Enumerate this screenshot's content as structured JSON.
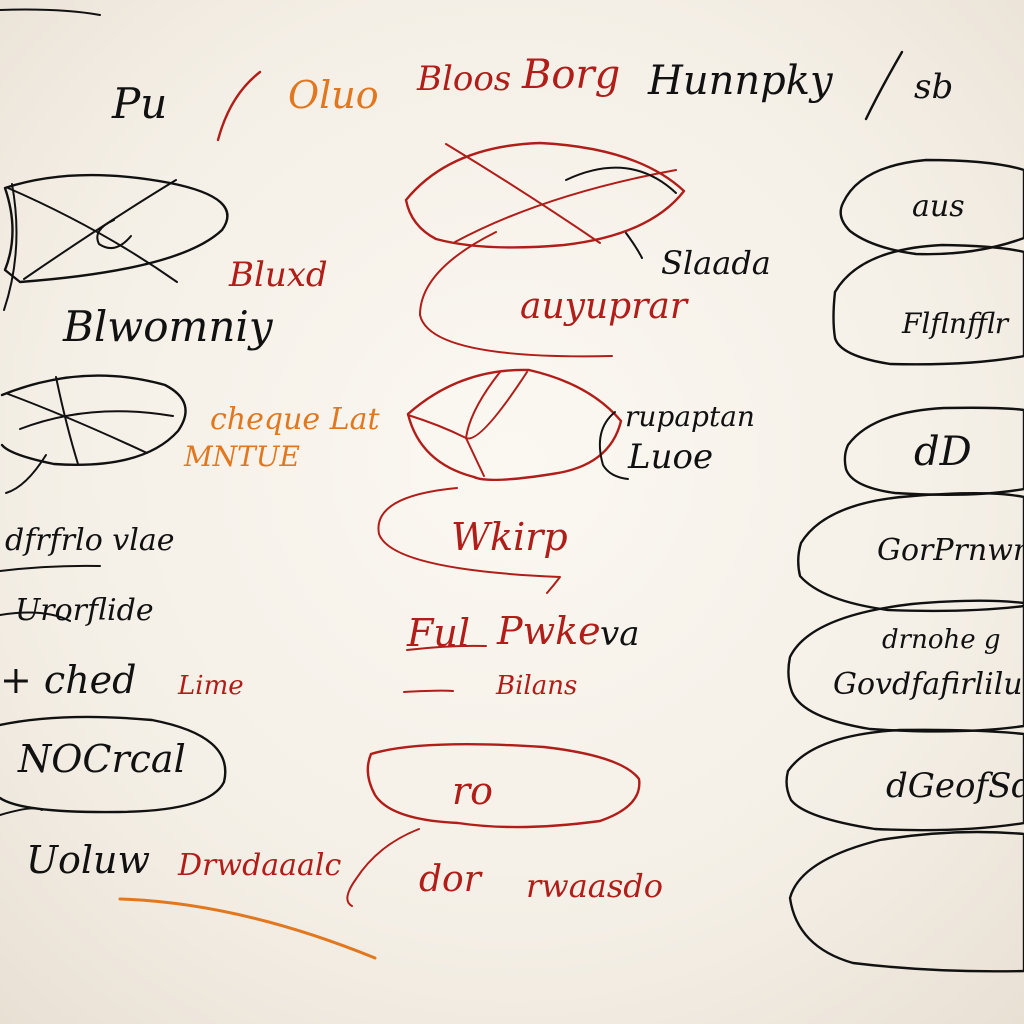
{
  "colors": {
    "paper": "#f7f3ec",
    "black_ink": "#111111",
    "red_ink": "#b11d18",
    "orange_ink": "#e1781f"
  },
  "header": {
    "word_1": "Pu",
    "word_2": "Oluo",
    "word_3": "Bloos",
    "word_4": "Borg",
    "word_5": "Hunnpky",
    "word_6": "sb"
  },
  "left_column": {
    "label_1": "Bluxd",
    "label_2": "Blwomniy",
    "label_3": "cheque Lat",
    "label_4": "MNTUE",
    "label_5": "dfrfrlo vlae",
    "label_6": "Urorflide",
    "label_7": "+ ched",
    "label_8": "Lime",
    "oval_label": "NOCrcal",
    "footer_1": "Uoluw",
    "footer_2": "Drwdaaalc"
  },
  "middle_column": {
    "label_1": "Slaada",
    "label_2": "auyuprar",
    "label_3": "rupaptan",
    "label_4": "Luoe",
    "label_5": "Wkirp",
    "label_6": "Ful",
    "label_7": "Pwke",
    "label_8": "va",
    "label_9": "Bilans",
    "oval_label": "ro",
    "footer_1": "dor",
    "footer_2": "rwaasdo"
  },
  "right_column": {
    "oval_1_label": "aus",
    "label_1": "Flflnfflr",
    "oval_2_label": "dD",
    "oval_3_label": "GorPrnwnrm",
    "oval_4_label_top": "drnohe g",
    "oval_4_label_bottom": "Govdfafirlilu",
    "oval_5_label": "dGeofSd L"
  }
}
